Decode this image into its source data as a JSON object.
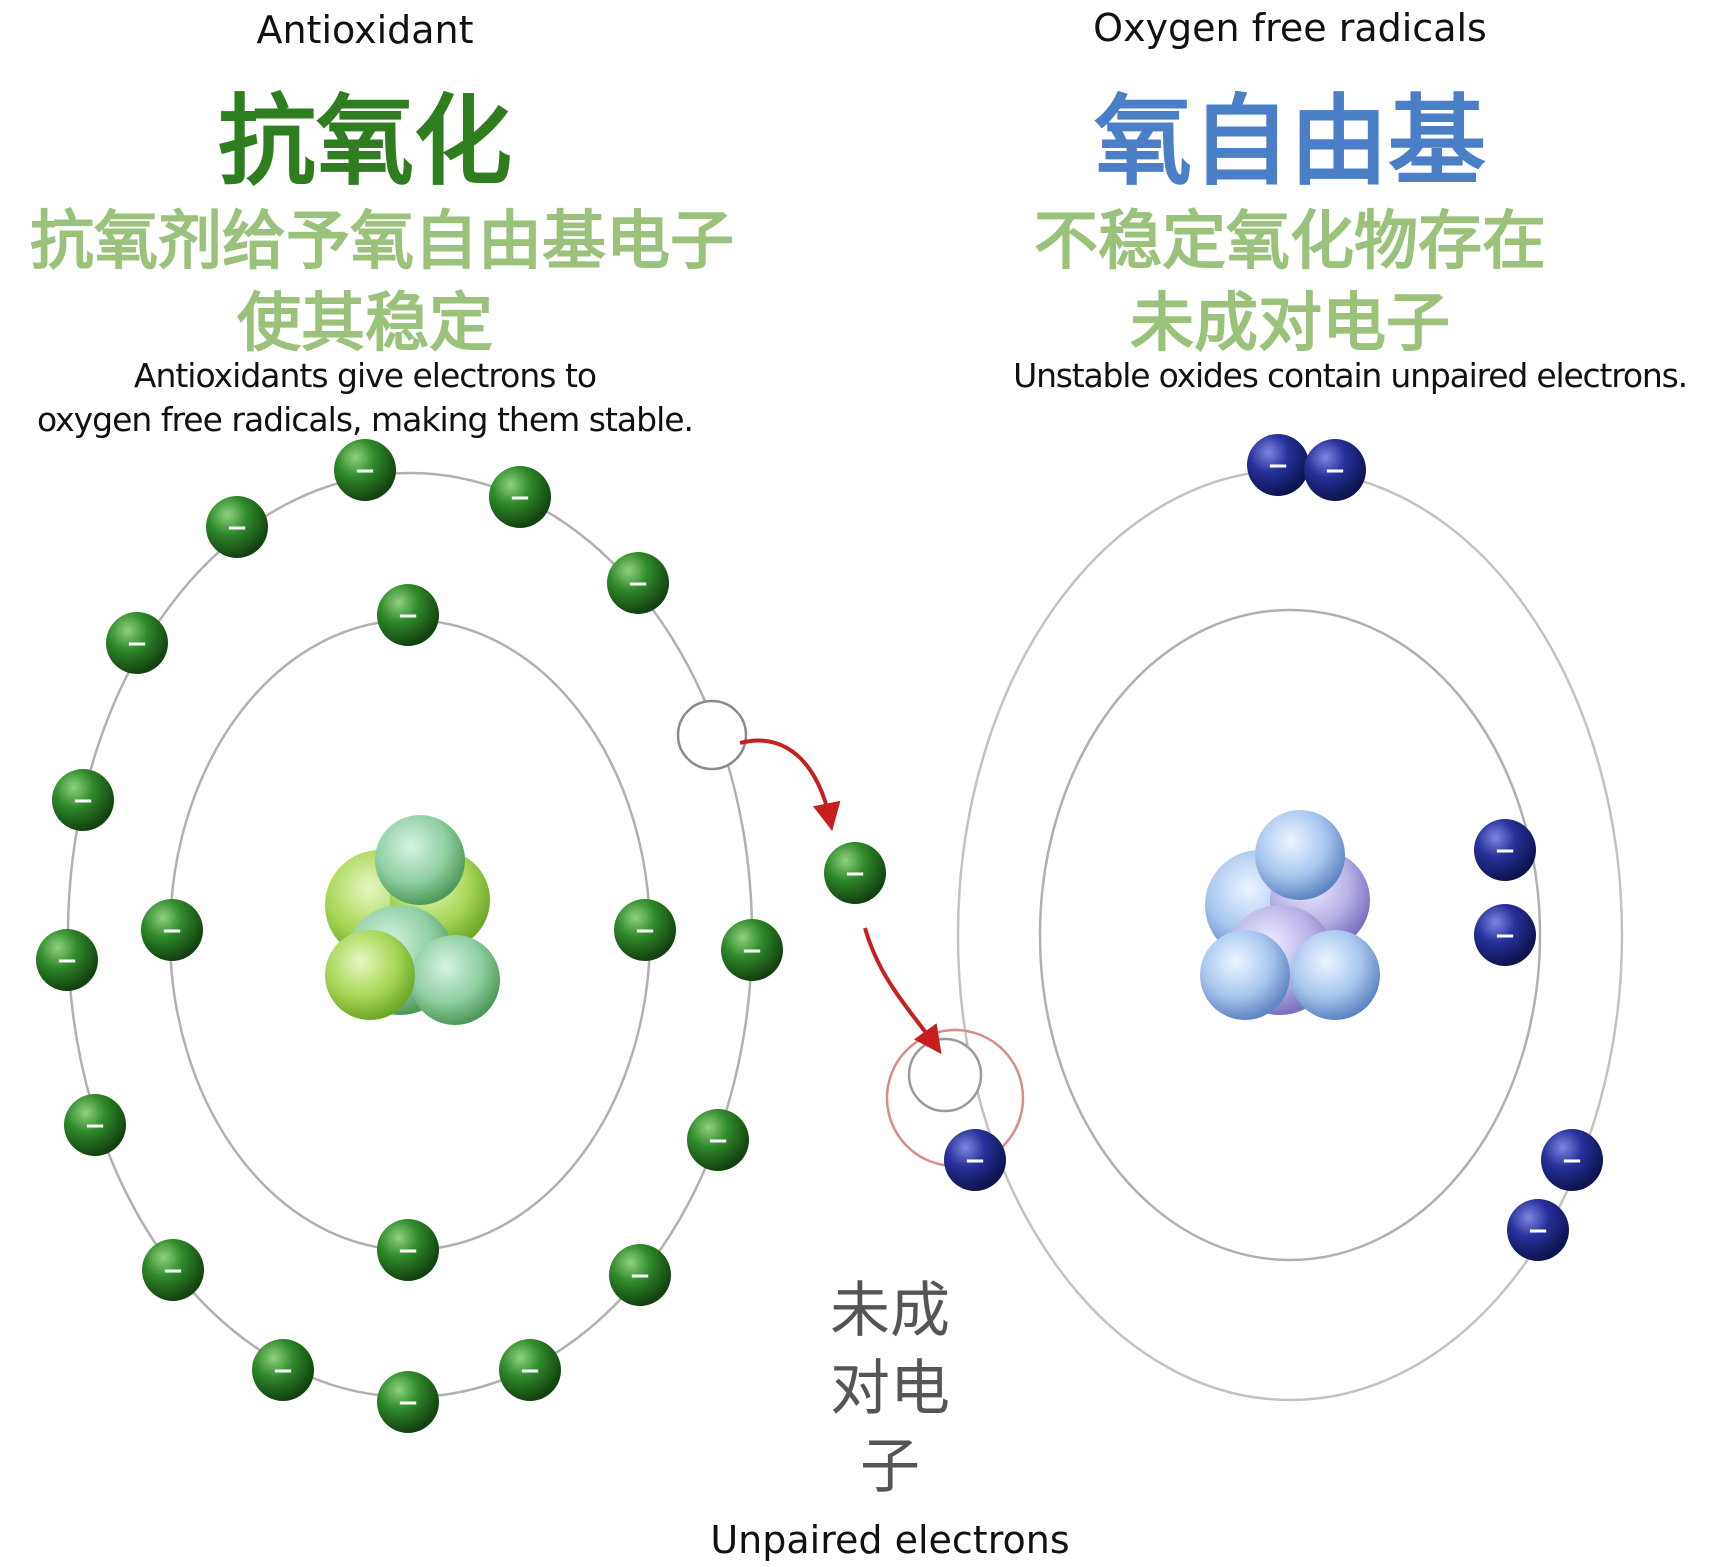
{
  "colors": {
    "antioxidant_title": "#2e7d1e",
    "antioxidant_subtitle": "#9bc27a",
    "radical_title": "#4a7fc8",
    "radical_subtitle": "#9bc27a",
    "electron_green": "#2f8a2a",
    "electron_blue": "#27309a",
    "orbit": "#b0b0b0",
    "arrow": "#c81e1e",
    "unpaired_highlight": "#d98a8a",
    "nucleus_green": "#a8d657",
    "nucleus_blue": "#a7c6ee"
  },
  "left": {
    "english_title": "Antioxidant",
    "chinese_title": "抗氧化",
    "chinese_subtitle_line1": "抗氧剂给予氧自由基电子",
    "chinese_subtitle_line2": "使其稳定",
    "english_desc_line1": "Antioxidants give electrons to",
    "english_desc_line2": "oxygen free radicals, making them stable."
  },
  "right": {
    "english_title": "Oxygen free radicals",
    "chinese_title": "氧自由基",
    "chinese_subtitle_line1": "不稳定氧化物存在",
    "chinese_subtitle_line2": "未成对电子",
    "english_desc": "Unstable oxides contain unpaired electrons."
  },
  "middle": {
    "chinese_label_line1": "未成",
    "chinese_label_line2": "对电",
    "chinese_label_line3": "子",
    "english_label": "Unpaired electrons"
  },
  "electron_sign": "−"
}
